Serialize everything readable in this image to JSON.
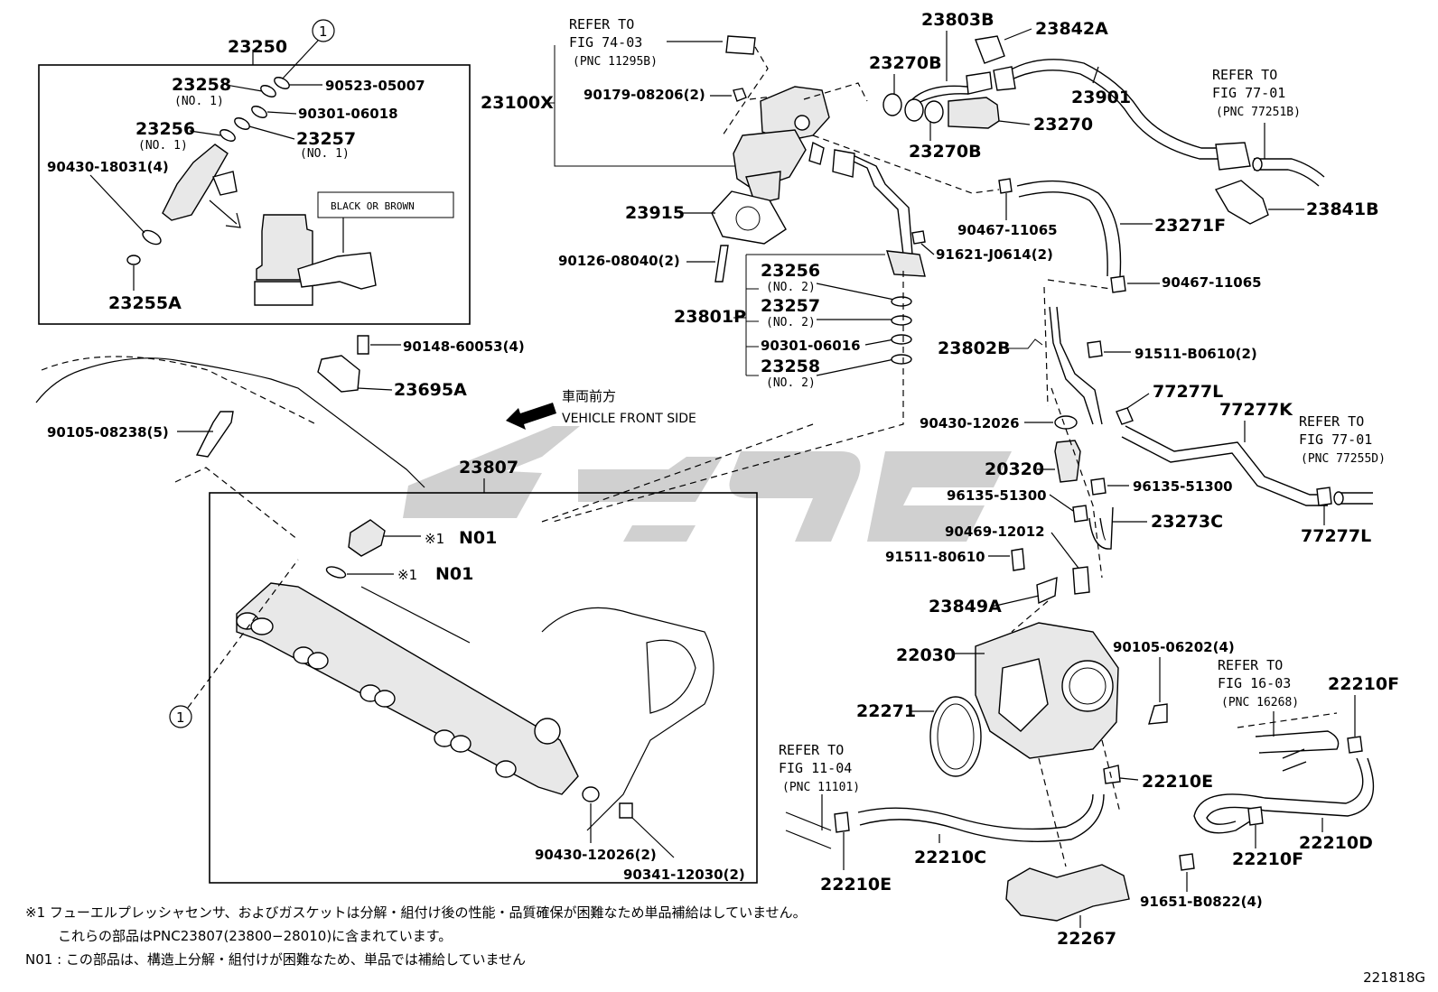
{
  "diagram": {
    "labels": {
      "p23250": "23250",
      "p23258_1": "23258",
      "p23258_1_sub": "(NO. 1)",
      "p90523": "90523-05007",
      "p90301_18": "90301-06018",
      "p23256_1": "23256",
      "p23256_1_sub": "(NO. 1)",
      "p23257_1": "23257",
      "p23257_1_sub": "(NO. 1)",
      "p90430_18031": "90430-18031(4)",
      "p23255A": "23255A",
      "black_brown": "BLACK OR BROWN",
      "circle1a": "1",
      "circle1b": "1",
      "ref74_1": "REFER TO",
      "ref74_2": "FIG 74-03",
      "ref74_3": "(PNC 11295B)",
      "p23100X": "23100X",
      "p90179": "90179-08206(2)",
      "p23915": "23915",
      "p90126": "90126-08040(2)",
      "p23801P": "23801P",
      "p23256_2": "23256",
      "p23256_2_sub": "(NO. 2)",
      "p23257_2": "23257",
      "p23257_2_sub": "(NO. 2)",
      "p90301_16": "90301-06016",
      "p23258_2": "23258",
      "p23258_2_sub": "(NO. 2)",
      "p91621": "91621-J0614(2)",
      "p90148": "90148-60053(4)",
      "p23695A": "23695A",
      "jp_front": "車両前方",
      "en_front": "VEHICLE FRONT SIDE",
      "p90105_08238": "90105-08238(5)",
      "p23807": "23807",
      "n01a_mark": "※1",
      "n01a": "N01",
      "n01b_mark": "※1",
      "n01b": "N01",
      "p90430_12026_2": "90430-12026(2)",
      "p90341": "90341-12030(2)",
      "p23803B": "23803B",
      "p23842A": "23842A",
      "p23270B_a": "23270B",
      "p23270B_b": "23270B",
      "p23270": "23270",
      "p23901": "23901",
      "ref77a_1": "REFER TO",
      "ref77a_2": "FIG 77-01",
      "ref77a_3": "(PNC 77251B)",
      "p23841B": "23841B",
      "p90467_a": "90467-11065",
      "p23271F": "23271F",
      "p90467_b": "90467-11065",
      "p23802B": "23802B",
      "p91511_b0610": "91511-B0610(2)",
      "p77277L_a": "77277L",
      "p77277K": "77277K",
      "ref77b_1": "REFER TO",
      "ref77b_2": "FIG 77-01",
      "ref77b_3": "(PNC 77255D)",
      "p90430_12026": "90430-12026",
      "p20320": "20320",
      "p96135_a": "96135-51300",
      "p96135_b": "96135-51300",
      "p23273C": "23273C",
      "p77277L_b": "77277L",
      "p90469": "90469-12012",
      "p91511_80610": "91511-80610",
      "p23849A": "23849A",
      "p22030": "22030",
      "p90105_06202": "90105-06202(4)",
      "ref16_1": "REFER TO",
      "ref16_2": "FIG 16-03",
      "ref16_3": "(PNC 16268)",
      "p22210F_a": "22210F",
      "p22271": "22271",
      "ref11_1": "REFER TO",
      "ref11_2": "FIG 11-04",
      "ref11_3": "(PNC 11101)",
      "p22210E_a": "22210E",
      "p22210C": "22210C",
      "p22210E_b": "22210E",
      "p22210D": "22210D",
      "p22210F_b": "22210F",
      "p91651": "91651-B0822(4)",
      "p22267": "22267"
    }
  },
  "footnotes": {
    "line1": "※1  フューエルプレッシャセンサ、およびガスケットは分解・組付け後の性能・品質確保が困難なため単品補給はしていません。",
    "line2": "これらの部品はPNC23807(23800−28010)に含まれています。",
    "line3": "N01 : この部品は、構造上分解・組付けが困難なため、単品では補給していません"
  },
  "illustration_code": "221818G",
  "watermark_color": "#c8c8c8"
}
